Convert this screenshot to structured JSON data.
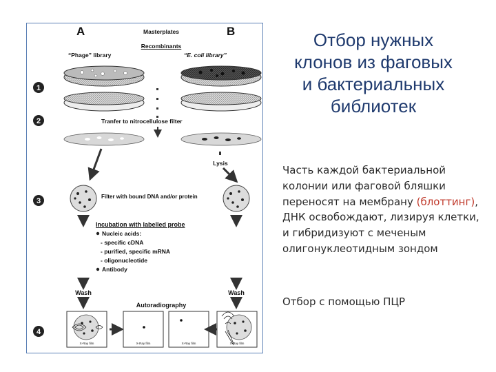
{
  "slide": {
    "title_lines": [
      "Отбор нужных",
      "клонов из фаговых",
      "и бактериальных",
      "библиотек"
    ],
    "paragraph": {
      "part1": "Часть каждой бактериальной колонии или фаговой бляшки переносят на мембрану ",
      "highlight": "(блоттинг)",
      "part2": ", ДНК освобождают, лизируя клетки, и гибридизуют с меченым олигонуклеотидным зондом"
    },
    "pcr_line": "Отбор с помощью ПЦР",
    "title_color": "#1f3a6e",
    "highlight_color": "#c0392b"
  },
  "figure": {
    "label_a": "A",
    "label_b": "B",
    "masterplates": "Masterplates",
    "recombinants": "Recombinants",
    "phage_library": "“Phage” library",
    "ecoli_library": "“E. coli library”",
    "steps": [
      "1",
      "2",
      "3",
      "4"
    ],
    "transfer": "Tranfer to nitrocellulose filter",
    "lysis": "Lysis",
    "filter_bound": "Filter with bound DNA and/or protein",
    "incubation": "Incubation with labelled probe",
    "nucleic_acids": "Nucleic acids:",
    "specific_cdna": "- specific cDNA",
    "purified_mrna": "- purified, specific mRNA",
    "oligonucleotide": "- oligonucleotide",
    "antibody": "Antibody",
    "wash": "Wash",
    "autoradiography": "Autoradiography",
    "xray_film": "X-Ray film",
    "border_color": "#5a7fb5"
  }
}
